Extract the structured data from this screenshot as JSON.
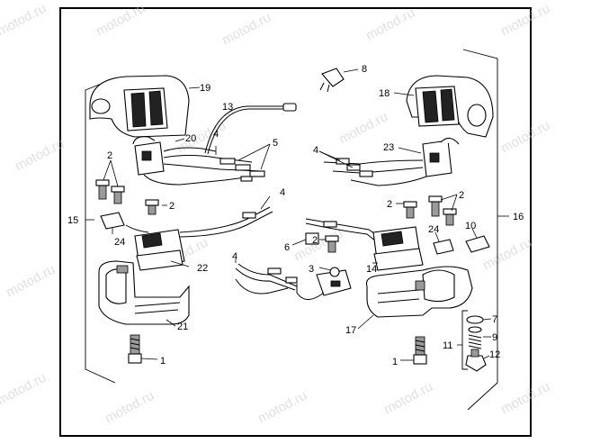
{
  "watermark": {
    "text": "motod.ru"
  },
  "callouts": [
    {
      "id": "c1a",
      "text": "1"
    },
    {
      "id": "c1b",
      "text": "1"
    },
    {
      "id": "c2a",
      "text": "2"
    },
    {
      "id": "c2b",
      "text": "2"
    },
    {
      "id": "c2c",
      "text": "2"
    },
    {
      "id": "c2d",
      "text": "2"
    },
    {
      "id": "c2e",
      "text": "2"
    },
    {
      "id": "c3",
      "text": "3"
    },
    {
      "id": "c4a",
      "text": "4"
    },
    {
      "id": "c4b",
      "text": "4"
    },
    {
      "id": "c4c",
      "text": "4"
    },
    {
      "id": "c4d",
      "text": "4"
    },
    {
      "id": "c5",
      "text": "5"
    },
    {
      "id": "c6",
      "text": "6"
    },
    {
      "id": "c7",
      "text": "7"
    },
    {
      "id": "c8",
      "text": "8"
    },
    {
      "id": "c9",
      "text": "9"
    },
    {
      "id": "c10",
      "text": "10"
    },
    {
      "id": "c11",
      "text": "11"
    },
    {
      "id": "c12",
      "text": "12"
    },
    {
      "id": "c13",
      "text": "13"
    },
    {
      "id": "c14",
      "text": "14"
    },
    {
      "id": "c15",
      "text": "15"
    },
    {
      "id": "c16",
      "text": "16"
    },
    {
      "id": "c17",
      "text": "17"
    },
    {
      "id": "c18",
      "text": "18"
    },
    {
      "id": "c19",
      "text": "19"
    },
    {
      "id": "c20",
      "text": "20"
    },
    {
      "id": "c21",
      "text": "21"
    },
    {
      "id": "c22",
      "text": "22"
    },
    {
      "id": "c23",
      "text": "23"
    },
    {
      "id": "c24a",
      "text": "24"
    },
    {
      "id": "c24b",
      "text": "24"
    }
  ]
}
